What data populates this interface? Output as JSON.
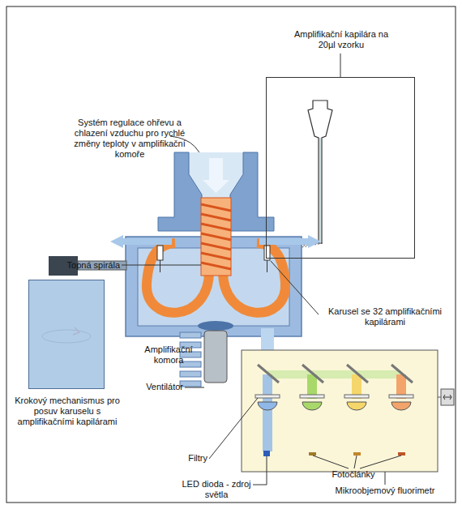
{
  "diagram": {
    "nodes": [
      {
        "text": [
          "Amplifikační kapilára na 20µl vzorku"
        ]
      },
      {
        "text": [
          "Krokový mechanismus pro posuv karuselu s amplifikačními kapilárami"
        ]
      }
    ],
    "labels": [
      "Systém regulace ohřevu a chlazení vzduchu pro rychlé změny teploty v amplifikační komoře",
      "Topná spirála",
      "Karusel se 32 amplifikačními kapilárami",
      "Amplifikační komora",
      "Ventilátor",
      "Filtry",
      "Fotočlánky",
      "LED dioda - zdroj světla",
      "Mikroobjemový fluorimetr"
    ]
  }
}
